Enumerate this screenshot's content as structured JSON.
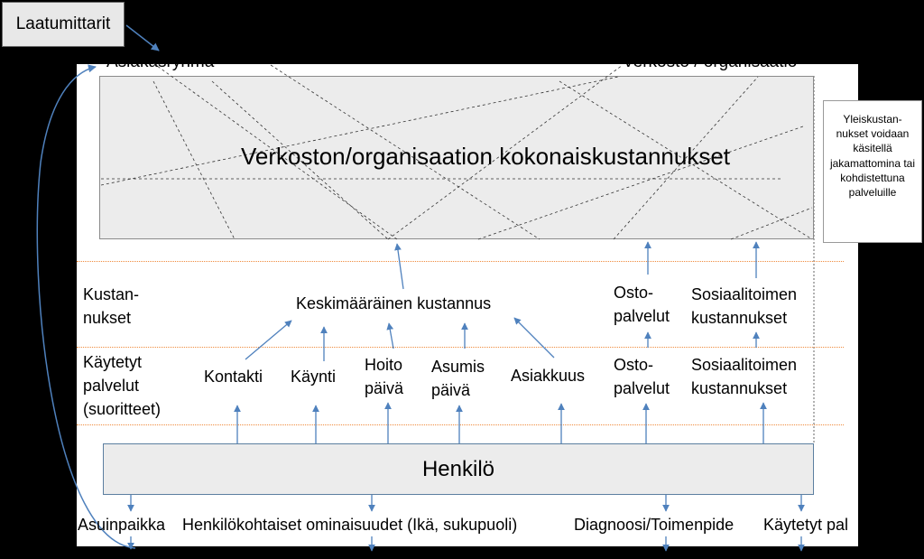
{
  "badge": "Laatumittarit",
  "top_left_label": "Asiakasryhmä",
  "top_right_label": "Verkosto / organisaatio",
  "network_box_title": "Verkoston/organisaation kokonaiskustannukset",
  "side_note": "Yleiskustan-nukset voidaan käsitellä jakamattomina tai kohdistettuna palveluille",
  "row_labels": {
    "costs": [
      "Kustan-",
      "nukset"
    ],
    "used_services": [
      "Käytetyt",
      "palvelut",
      "(suoritteet)"
    ]
  },
  "cost_row": {
    "average_cost": "Keskimääräinen kustannus",
    "purchased": [
      "Osto-",
      "palvelut"
    ],
    "social": [
      "Sosiaalitoimen",
      "kustannukset"
    ]
  },
  "service_row": {
    "contact": "Kontakti",
    "visit": "Käynti",
    "care_day": [
      "Hoito",
      "päivä"
    ],
    "housing_day": [
      "Asumis",
      "päivä"
    ],
    "clientship": "Asiakkuus",
    "purchased": [
      "Osto-",
      "palvelut"
    ],
    "social": [
      "Sosiaalitoimen",
      "kustannukset"
    ]
  },
  "person_box": "Henkilö",
  "bottom_labels": {
    "residence": "Asuinpaikka",
    "personal": "Henkilökohtaiset ominaisuudet (Ikä, sukupuoli)",
    "diagnosis": "Diagnoosi/Toimenpide",
    "used": "Käytetyt pal"
  }
}
